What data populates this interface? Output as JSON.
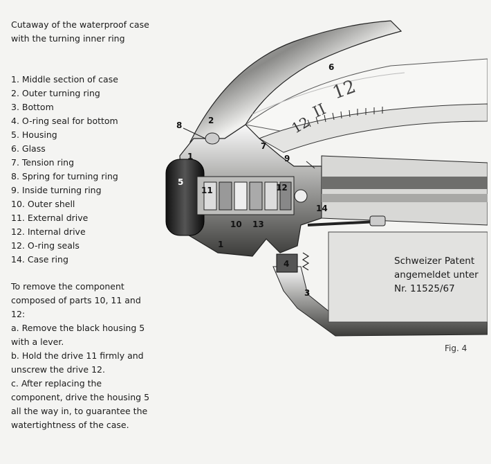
{
  "title": "Cutaway of the waterproof case with the turning inner ring",
  "parts": [
    "1. Middle section of case",
    "2. Outer turning ring",
    "3. Bottom",
    "4. O-ring seal for bottom",
    "5. Housing",
    "6. Glass",
    "7. Tension ring",
    "8. Spring for turning ring",
    "9. Inside turning ring",
    "10. Outer shell",
    "11. External drive",
    "12. Internal drive",
    "12. O-ring seals",
    "14. Case ring"
  ],
  "instructions": {
    "intro": "To remove the component composed of parts 10, 11 and 12:",
    "steps": [
      "a. Remove the black housing 5 with a lever.",
      "b. Hold the drive 11 firmly and unscrew the drive 12.",
      "c. After replacing the component, drive the housing 5 all the way in, to guarantee the watertightness of the case."
    ]
  },
  "patent": {
    "line1": "Schweizer Patent",
    "line2": "angemeldet unter",
    "line3": "Nr. 11525/67"
  },
  "figure_label": "Fig. 4",
  "diagram": {
    "callouts": [
      "1",
      "1",
      "2",
      "3",
      "4",
      "5",
      "6",
      "7",
      "8",
      "9",
      "10",
      "11",
      "12",
      "13",
      "14"
    ],
    "dial_numerals": [
      "12",
      "II",
      "12"
    ]
  }
}
